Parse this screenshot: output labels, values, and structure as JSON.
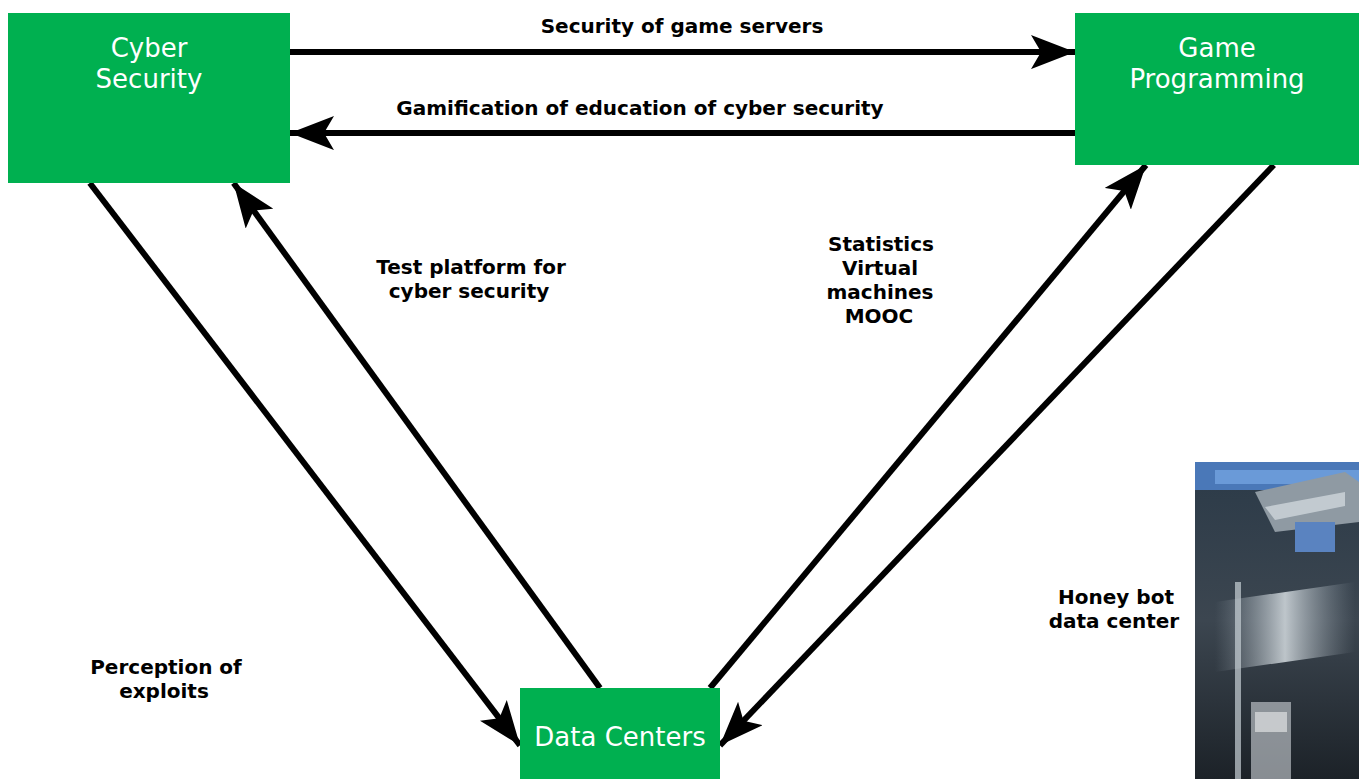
{
  "diagram": {
    "nodes": [
      {
        "text": [
          "Cyber Security"
        ]
      },
      {
        "text": [
          "Game Programming"
        ]
      },
      {
        "text": [
          "Data Centers"
        ]
      }
    ],
    "edges": [
      {
        "from": 0,
        "to": 1,
        "label": "Security of game servers",
        "arrow": "to"
      },
      {
        "from": 1,
        "to": 0,
        "label": "Gamification of education of cyber security",
        "arrow": "to"
      },
      {
        "from": 0,
        "to": 2,
        "label": "Perception of exploits",
        "arrow": "to"
      },
      {
        "from": 2,
        "to": 0,
        "label": "Test platform for cyber security",
        "arrow": "to"
      },
      {
        "from": 2,
        "to": 1,
        "label": "Statistics Virtual machines MOOC",
        "arrow": "to"
      },
      {
        "from": 1,
        "to": 2,
        "label": "Honey bot data center",
        "arrow": "to"
      }
    ]
  }
}
